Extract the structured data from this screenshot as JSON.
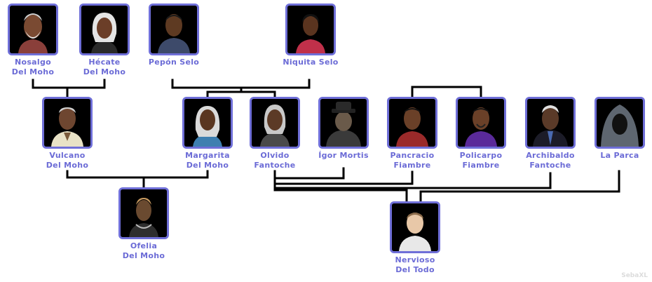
{
  "people": {
    "nosalgo": {
      "line1": "Nosalgo",
      "line2": "Del Moho"
    },
    "hecate": {
      "line1": "Hécate",
      "line2": "Del Moho"
    },
    "pepon": {
      "line1": "Pepón Selo",
      "line2": ""
    },
    "niquita": {
      "line1": "Niquita Selo",
      "line2": ""
    },
    "vulcano": {
      "line1": "Vulcano",
      "line2": "Del Moho"
    },
    "margarita": {
      "line1": "Margarita",
      "line2": "Del Moho"
    },
    "olvido": {
      "line1": "Olvido",
      "line2": "Fantoche"
    },
    "igor": {
      "line1": "Ígor Mortis",
      "line2": ""
    },
    "pancracio": {
      "line1": "Pancracio",
      "line2": "Fiambre"
    },
    "policarpo": {
      "line1": "Policarpo",
      "line2": "Fiambre"
    },
    "archibaldo": {
      "line1": "Archibaldo",
      "line2": "Fantoche"
    },
    "parca": {
      "line1": "La Parca",
      "line2": ""
    },
    "ofelia": {
      "line1": "Ofelia",
      "line2": "Del Moho"
    },
    "nervioso": {
      "line1": "Nervioso",
      "line2": "Del Todo"
    }
  },
  "watermark": "SebaXL",
  "colors": {
    "name_text": "#6b6bd6",
    "frame": "#6f6fd8",
    "lines": "#000000"
  }
}
